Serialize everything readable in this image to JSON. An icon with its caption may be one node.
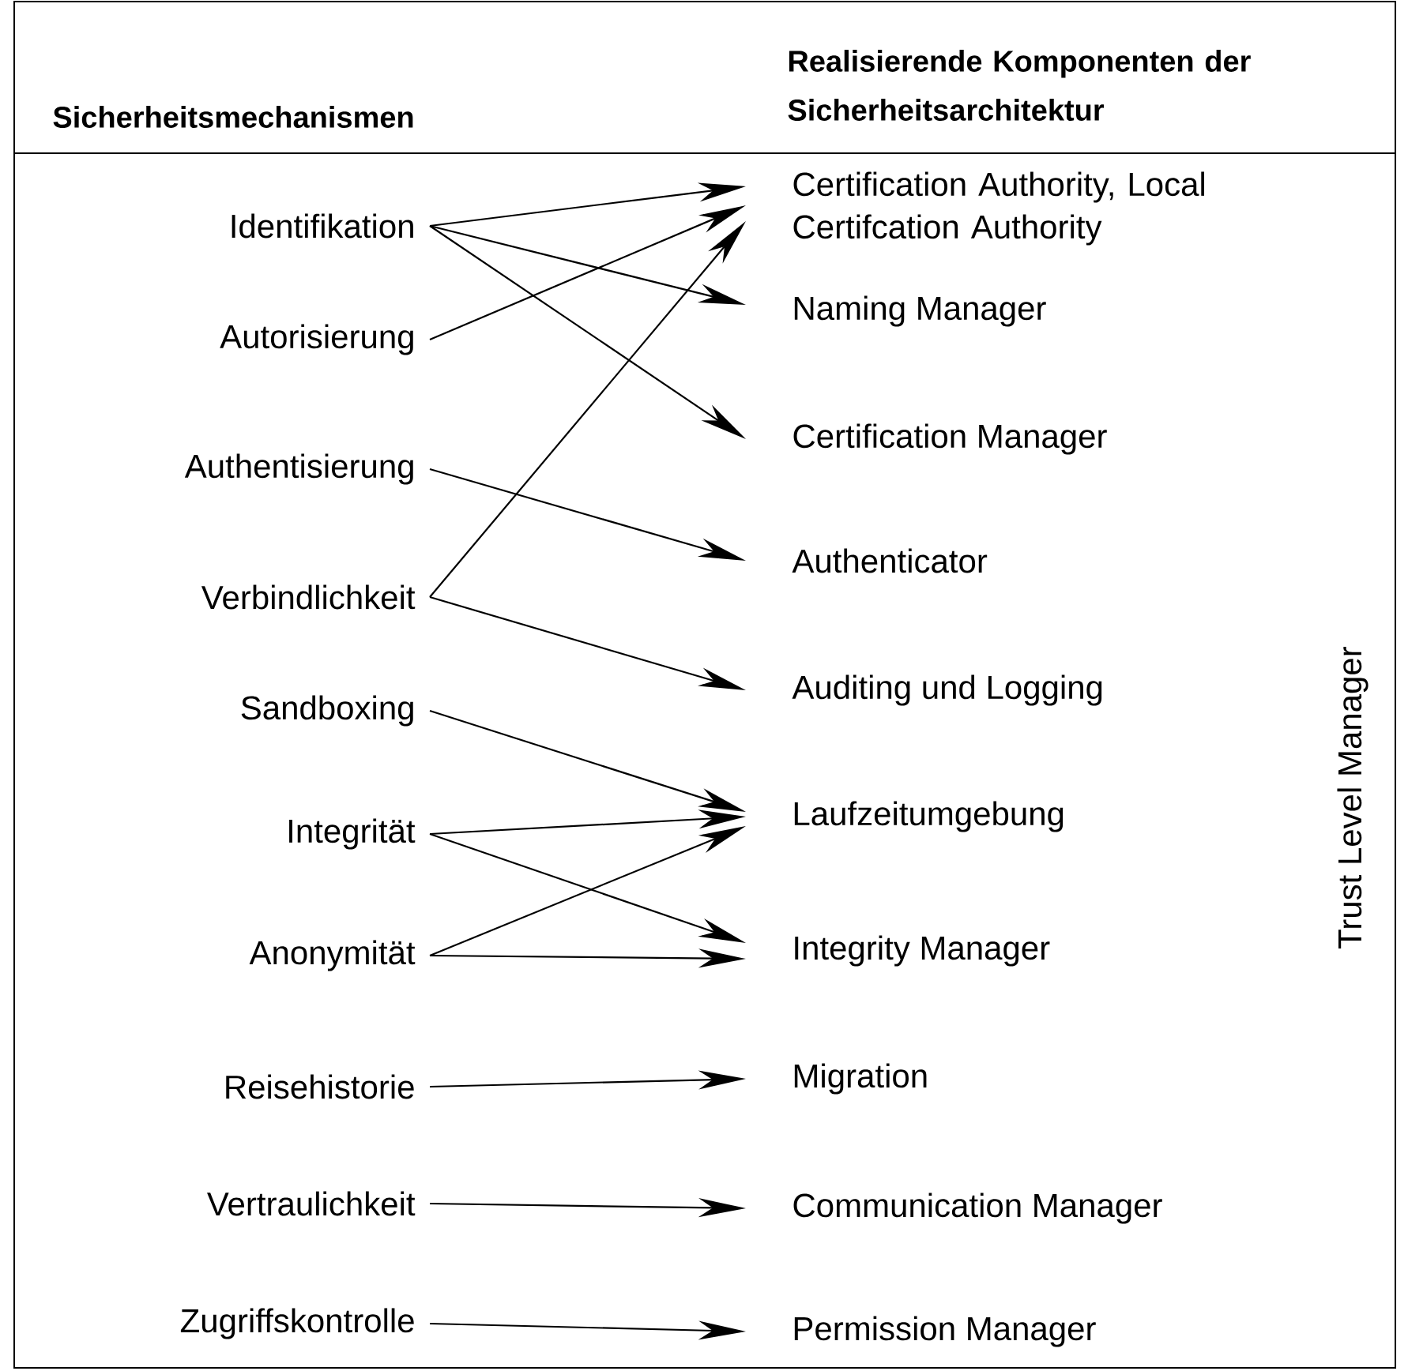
{
  "diagram": {
    "nodes": [
      {
        "text": [
          "Identifikation"
        ]
      },
      {
        "text": [
          "Autorisierung"
        ]
      },
      {
        "text": [
          "Authentisierung"
        ]
      },
      {
        "text": [
          "Verbindlichkeit"
        ]
      },
      {
        "text": [
          "Sandboxing"
        ]
      },
      {
        "text": [
          "Integrität"
        ]
      },
      {
        "text": [
          "Anonymität"
        ]
      },
      {
        "text": [
          "Reisehistorie"
        ]
      },
      {
        "text": [
          "Vertraulichkeit"
        ]
      },
      {
        "text": [
          "Zugriffskontrolle"
        ]
      },
      {
        "text": [
          "Certification Authority, Local Certifcation Authority"
        ]
      },
      {
        "text": [
          "Naming Manager"
        ]
      },
      {
        "text": [
          "Certification Manager"
        ]
      },
      {
        "text": [
          "Authenticator"
        ]
      },
      {
        "text": [
          "Auditing und Logging"
        ]
      },
      {
        "text": [
          "Laufzeitumgebung"
        ]
      },
      {
        "text": [
          "Integrity Manager"
        ]
      },
      {
        "text": [
          "Migration"
        ]
      },
      {
        "text": [
          "Communication Manager"
        ]
      },
      {
        "text": [
          "Permission Manager"
        ]
      }
    ],
    "edges": [
      {
        "from": 0,
        "to": 10,
        "arrow": "to"
      },
      {
        "from": 0,
        "to": 11,
        "arrow": "to"
      },
      {
        "from": 0,
        "to": 12,
        "arrow": "to"
      },
      {
        "from": 1,
        "to": 10,
        "arrow": "to"
      },
      {
        "from": 2,
        "to": 13,
        "arrow": "to"
      },
      {
        "from": 3,
        "to": 10,
        "arrow": "to"
      },
      {
        "from": 3,
        "to": 14,
        "arrow": "to"
      },
      {
        "from": 4,
        "to": 15,
        "arrow": "to"
      },
      {
        "from": 5,
        "to": 15,
        "arrow": "to"
      },
      {
        "from": 5,
        "to": 16,
        "arrow": "to"
      },
      {
        "from": 6,
        "to": 15,
        "arrow": "to"
      },
      {
        "from": 6,
        "to": 16,
        "arrow": "to"
      },
      {
        "from": 7,
        "to": 17,
        "arrow": "to"
      },
      {
        "from": 8,
        "to": 18,
        "arrow": "to"
      },
      {
        "from": 9,
        "to": 19,
        "arrow": "to"
      }
    ],
    "labels": [
      "Sicherheitsmechanismen",
      "Realisierende Komponenten der Sicherheitsarchitektur",
      "Trust Level Manager"
    ]
  }
}
